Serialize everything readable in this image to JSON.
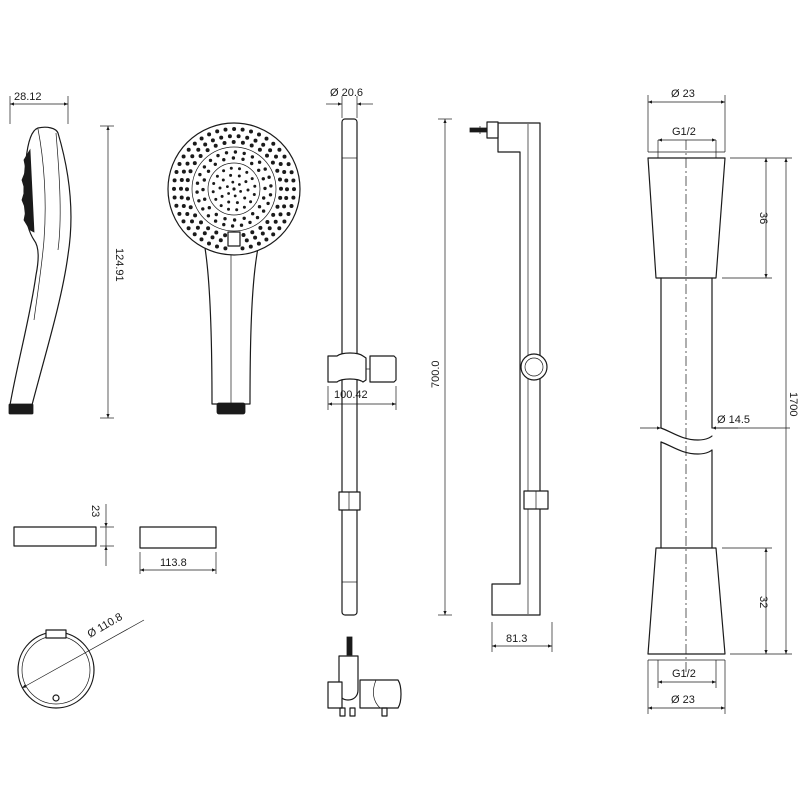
{
  "dimensions": {
    "handshower_width": "28.12",
    "handshower_length": "124.91",
    "rail_diameter": "Ø 20.6",
    "slider_reach": "100.42",
    "rail_length": "700.0",
    "bracket_projection": "81.3",
    "base_height": "23",
    "base_width": "113.8",
    "base_diameter": "Ø 110.8",
    "hose_outer_top": "Ø 23",
    "hose_thread_top": "G1/2",
    "hose_nut_top": "36",
    "hose_body": "Ø 14.5",
    "hose_length": "1700",
    "hose_nut_bottom": "32",
    "hose_thread_bottom": "G1/2",
    "hose_outer_bottom": "Ø 23"
  }
}
